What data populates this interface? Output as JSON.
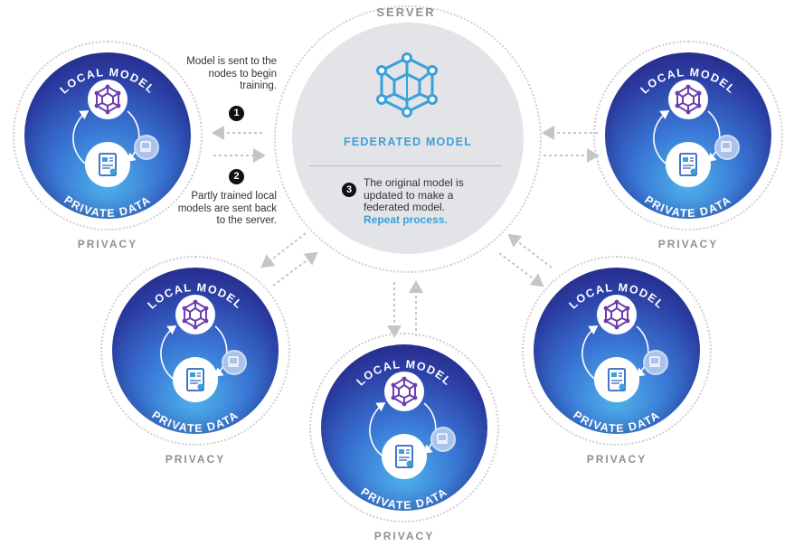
{
  "server": {
    "label": "SERVER",
    "title": "FEDERATED MODEL",
    "step3": {
      "number": "3",
      "text": "The original model is updated to make a federated model.",
      "emphasis": "Repeat process."
    },
    "accent_color": "#3aa0d8"
  },
  "steps": {
    "step1": {
      "number": "1",
      "text": "Model is sent to the nodes to begin training."
    },
    "step2": {
      "number": "2",
      "text": "Partly trained local models are sent back to the server."
    }
  },
  "nodes": [
    {
      "top_label": "LOCAL MODEL",
      "bottom_label": "PRIVATE DATA",
      "caption": "PRIVACY"
    },
    {
      "top_label": "LOCAL MODEL",
      "bottom_label": "PRIVATE DATA",
      "caption": "PRIVACY"
    },
    {
      "top_label": "LOCAL MODEL",
      "bottom_label": "PRIVATE DATA",
      "caption": "PRIVACY"
    },
    {
      "top_label": "LOCAL MODEL",
      "bottom_label": "PRIVATE DATA",
      "caption": "PRIVACY"
    },
    {
      "top_label": "LOCAL MODEL",
      "bottom_label": "PRIVATE DATA",
      "caption": "PRIVACY"
    }
  ],
  "icons": {
    "model": "network-cube-icon",
    "data": "data-document-icon",
    "device": "device-icon"
  },
  "colors": {
    "node_dark": "#25237e",
    "node_light": "#4fb3e9",
    "model_icon": "#6c3fb0",
    "server_bg": "#e3e4e8",
    "label_gray": "#8f9098"
  }
}
